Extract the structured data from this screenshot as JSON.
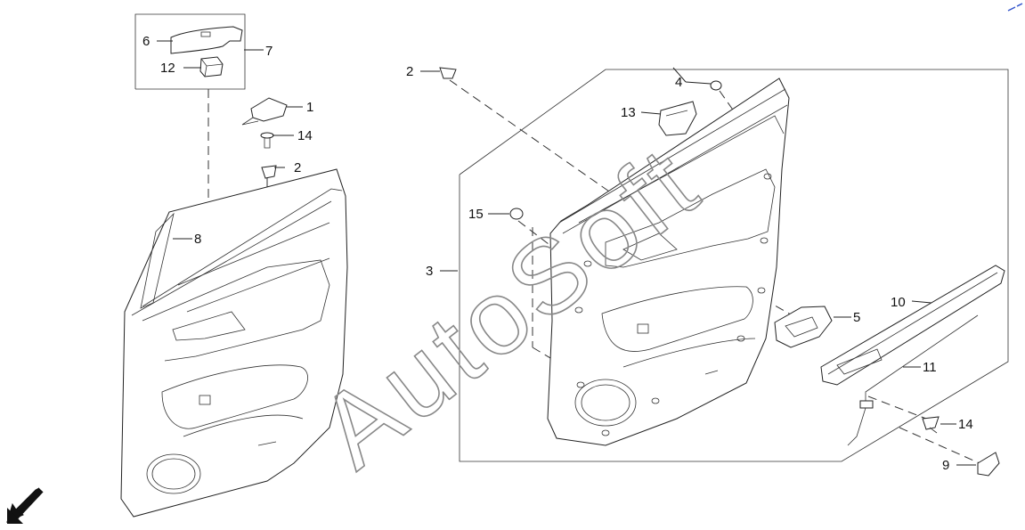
{
  "callouts": [
    {
      "id": "c6",
      "text": "6"
    },
    {
      "id": "c7",
      "text": "7"
    },
    {
      "id": "c12",
      "text": "12"
    },
    {
      "id": "c1",
      "text": "1"
    },
    {
      "id": "c14a",
      "text": "14"
    },
    {
      "id": "c2a",
      "text": "2"
    },
    {
      "id": "c8",
      "text": "8"
    },
    {
      "id": "c2b",
      "text": "2"
    },
    {
      "id": "c4",
      "text": "4"
    },
    {
      "id": "c13",
      "text": "13"
    },
    {
      "id": "c15",
      "text": "15"
    },
    {
      "id": "c3",
      "text": "3"
    },
    {
      "id": "c5",
      "text": "5"
    },
    {
      "id": "c10",
      "text": "10"
    },
    {
      "id": "c11",
      "text": "11"
    },
    {
      "id": "c14b",
      "text": "14"
    },
    {
      "id": "c9",
      "text": "9"
    }
  ],
  "watermark": {
    "text": "AutoSoft"
  },
  "icons": {
    "front_direction": "arrow-down-left-icon",
    "corner_mark": "corner-mark-icon"
  },
  "colors": {
    "line": "#222222",
    "watermark": "#888888",
    "corner_mark": "#3355cc"
  }
}
